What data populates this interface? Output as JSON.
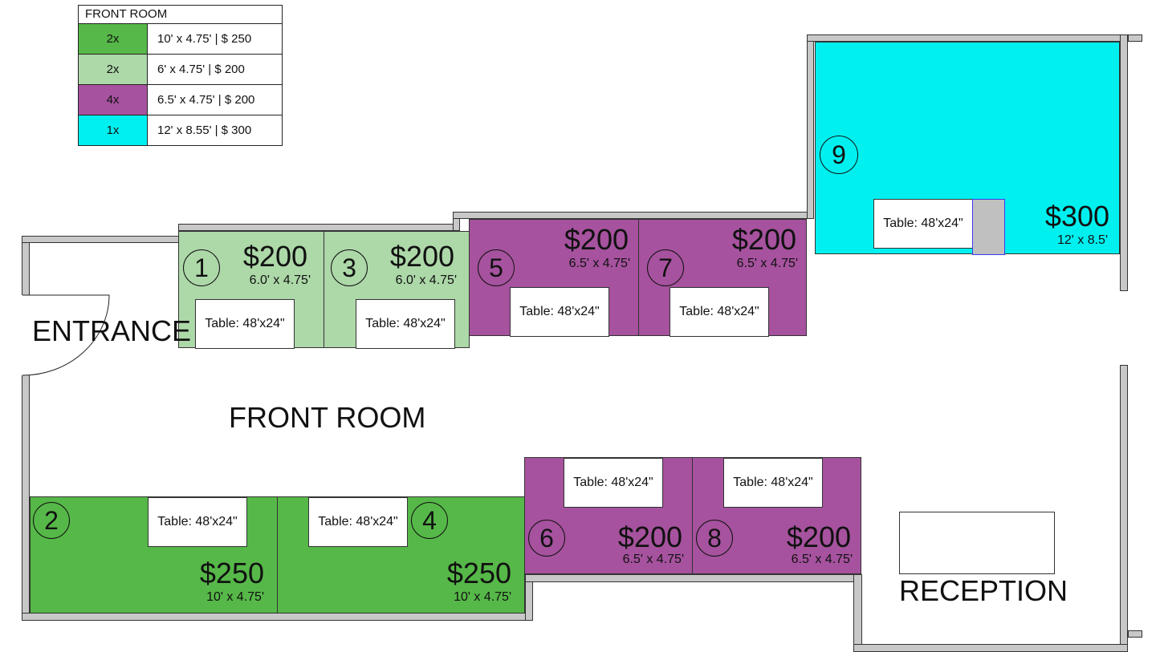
{
  "legend": {
    "title": "FRONT ROOM",
    "rows": [
      {
        "count": "2x",
        "desc": "10' x 4.75' | $ 250",
        "color": "#56b848"
      },
      {
        "count": "2x",
        "desc": "6' x 4.75' | $ 200",
        "color": "#add8a8"
      },
      {
        "count": "4x",
        "desc": "6.5' x 4.75' | $ 200",
        "color": "#a6529e"
      },
      {
        "count": "1x",
        "desc": "12' x 8.55' | $ 300",
        "color": "#00f0f0"
      }
    ]
  },
  "rooms": {
    "entrance": "ENTRANCE",
    "front_room": "FRONT ROOM",
    "reception": "RECEPTION"
  },
  "booths": [
    {
      "num": "1",
      "price": "$200",
      "size": "6.0' x 4.75'",
      "table": "Table: 48'x24\""
    },
    {
      "num": "2",
      "price": "$250",
      "size": "10' x 4.75'",
      "table": "Table: 48'x24\""
    },
    {
      "num": "3",
      "price": "$200",
      "size": "6.0' x 4.75'",
      "table": "Table: 48'x24\""
    },
    {
      "num": "4",
      "price": "$250",
      "size": "10' x 4.75'",
      "table": "Table: 48'x24\""
    },
    {
      "num": "5",
      "price": "$200",
      "size": "6.5' x 4.75'",
      "table": "Table: 48'x24\""
    },
    {
      "num": "6",
      "price": "$200",
      "size": "6.5' x 4.75'",
      "table": "Table: 48'x24\""
    },
    {
      "num": "7",
      "price": "$200",
      "size": "6.5' x 4.75'",
      "table": "Table: 48'x24\""
    },
    {
      "num": "8",
      "price": "$200",
      "size": "6.5' x 4.75'",
      "table": "Table: 48'x24\""
    },
    {
      "num": "9",
      "price": "$300",
      "size": "12' x 8.5'",
      "table": "Table: 48'x24\""
    }
  ]
}
